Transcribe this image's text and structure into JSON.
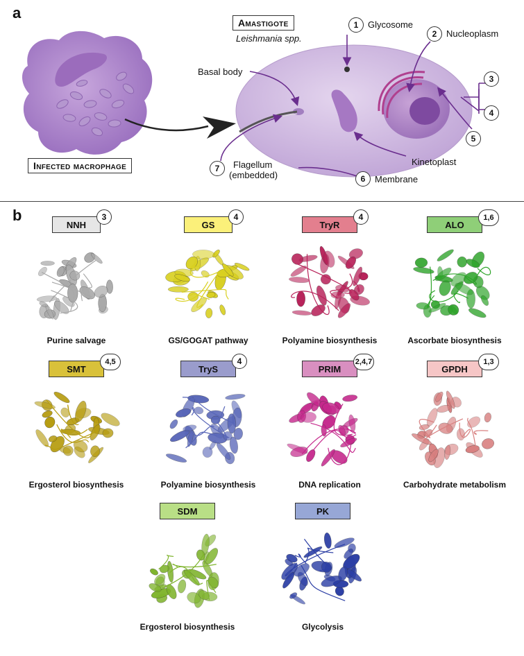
{
  "panel_a": {
    "letter": "a",
    "amastigote_title": "Amastigote",
    "species": "Leishmania spp.",
    "macrophage_label": "Infected macrophage",
    "labels": {
      "glycosome": "Glycosome",
      "nucleoplasm": "Nucleoplasm",
      "basal_body": "Basal body",
      "kinetoplast": "Kinetoplast",
      "flagellum": "Flagellum",
      "flagellum_sub": "(embedded)",
      "membrane": "Membrane"
    },
    "numbers": {
      "n1": "1",
      "n2": "2",
      "n3": "3",
      "n4": "4",
      "n5": "5",
      "n6": "6",
      "n7": "7"
    }
  },
  "panel_b": {
    "letter": "b",
    "proteins": [
      {
        "name": "NNH",
        "num": "3",
        "caption": "Purine salvage",
        "color": "#e6e6e6",
        "protein_color": "#a9a9a9"
      },
      {
        "name": "GS",
        "num": "4",
        "caption": "GS/GOGAT pathway",
        "color": "#fbf07a",
        "protein_color": "#d9d021"
      },
      {
        "name": "TryR",
        "num": "4",
        "caption": "Polyamine biosynthesis",
        "color": "#e37f8e",
        "protein_color": "#b8235a"
      },
      {
        "name": "ALO",
        "num": "1,6",
        "caption": "Ascorbate biosynthesis",
        "color": "#8fcf78",
        "protein_color": "#2ea42a"
      },
      {
        "name": "SMT",
        "num": "4,5",
        "caption": "Ergosterol biosynthesis",
        "color": "#d9c13a",
        "protein_color": "#b79d12"
      },
      {
        "name": "TryS",
        "num": "4",
        "caption": "Polyamine biosynthesis",
        "color": "#9a9ccc",
        "protein_color": "#5866b8"
      },
      {
        "name": "PRIM",
        "num": "2,4,7",
        "caption": "DNA replication",
        "color": "#d98fc0",
        "protein_color": "#c5288c"
      },
      {
        "name": "GPDH",
        "num": "1,3",
        "caption": "Carbohydrate metabolism",
        "color": "#f6c6c6",
        "protein_color": "#d88080"
      },
      {
        "name": "SDM",
        "num": "",
        "caption": "Ergosterol biosynthesis",
        "color": "#b9df86",
        "protein_color": "#7fb42d"
      },
      {
        "name": "PK",
        "num": "",
        "caption": "Glycolysis",
        "color": "#97a7d6",
        "protein_color": "#2c3fa5"
      }
    ]
  }
}
